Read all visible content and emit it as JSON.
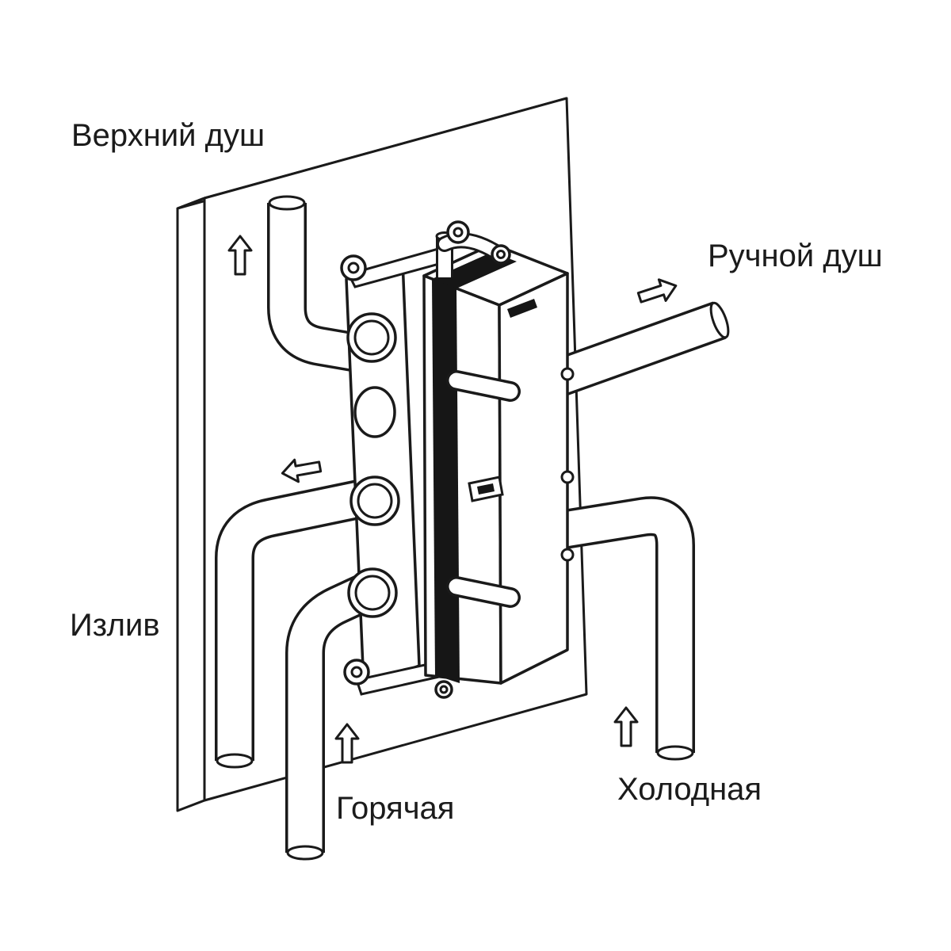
{
  "diagram_type": "concealed-shower-mixer-installation-scheme",
  "labels": {
    "top_shower": "Верхний душ",
    "hand_shower": "Ручной душ",
    "spout": "Излив",
    "hot_water": "Горячая",
    "cold_water": "Холодная"
  },
  "icons": {
    "top_shower_flow": "arrow-up",
    "hand_shower_flow": "arrow-right",
    "spout_flow": "arrow-left",
    "hot_inlet_flow": "arrow-up",
    "cold_inlet_flow": "arrow-up"
  },
  "colors": {
    "line": "#1a1a1a",
    "background": "#ffffff",
    "strap_fill": "#161616"
  }
}
